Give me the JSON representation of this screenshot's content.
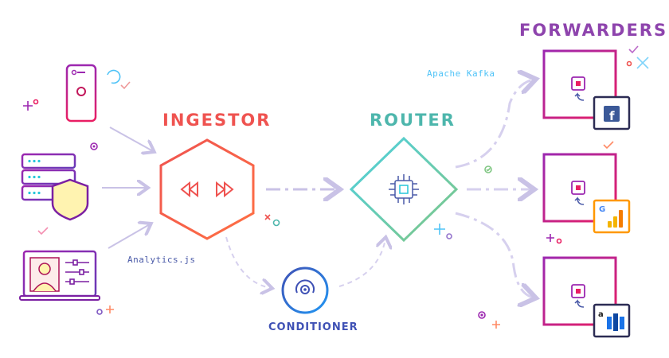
{
  "labels": {
    "ingestor": "INGESTOR",
    "router": "ROUTER",
    "forwarders": "FORWARDERS",
    "conditioner": "CONDITIONER",
    "analytics": "Analytics.js",
    "kafka": "Apache Kafka"
  },
  "badges": {
    "facebook": "f",
    "google": "G",
    "amazon": "a"
  },
  "colors": {
    "ingestor": "#ef5350",
    "router": "#4db6ac",
    "forwarders": "#8e44ad",
    "conditioner": "#3f51b5",
    "connector": "#c9c2e6",
    "purple": "#9c27b0",
    "pink": "#e91e63",
    "facebook": "#3b5998",
    "google_bar": "#f4b400",
    "amazon": "#1a73e8"
  },
  "icons": {
    "sources": [
      "smartphone-icon",
      "server-shield-icon",
      "laptop-user-icon"
    ],
    "ingestor": "fast-forward-rewind-icon",
    "router": "chip-icon",
    "conditioner": "target-icon",
    "forwarders": [
      "facebook-icon",
      "google-analytics-icon",
      "amazon-kinesis-icon"
    ]
  }
}
